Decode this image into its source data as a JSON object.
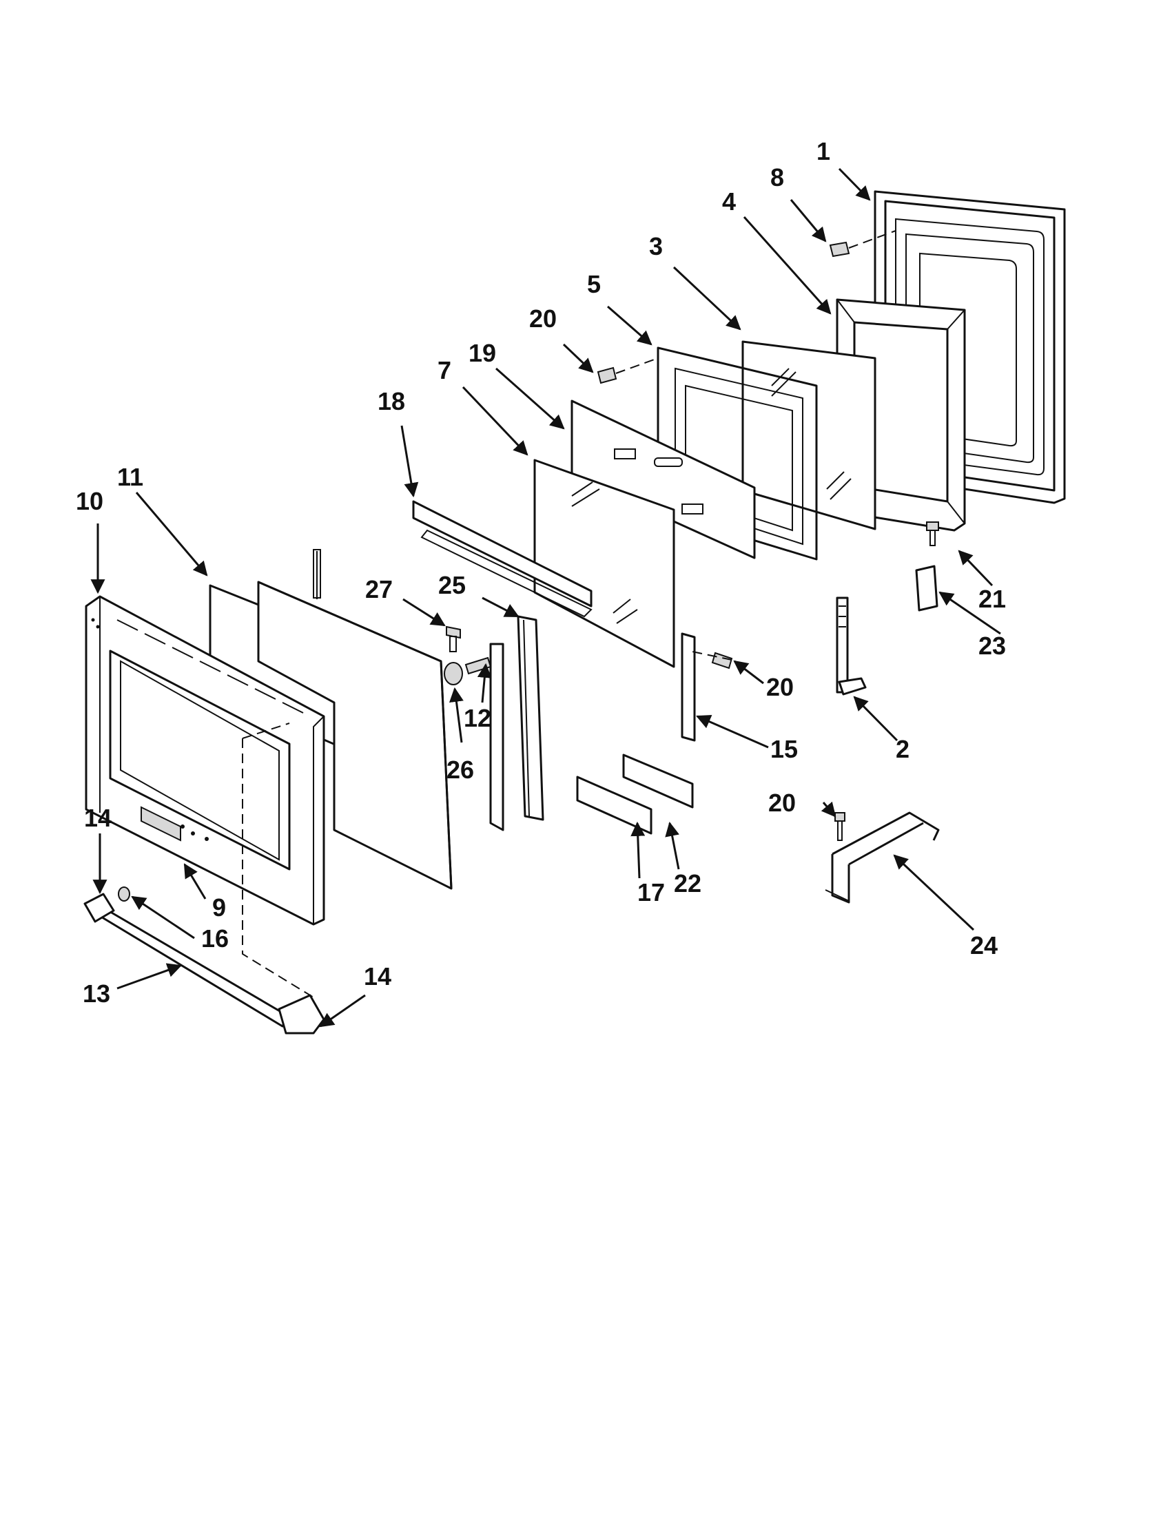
{
  "diagram": {
    "callouts": [
      "1",
      "2",
      "3",
      "4",
      "5",
      "7",
      "8",
      "9",
      "10",
      "11",
      "12",
      "13",
      "14",
      "14",
      "15",
      "16",
      "17",
      "18",
      "19",
      "20",
      "20",
      "20",
      "21",
      "22",
      "23",
      "24",
      "25",
      "26",
      "27"
    ]
  }
}
